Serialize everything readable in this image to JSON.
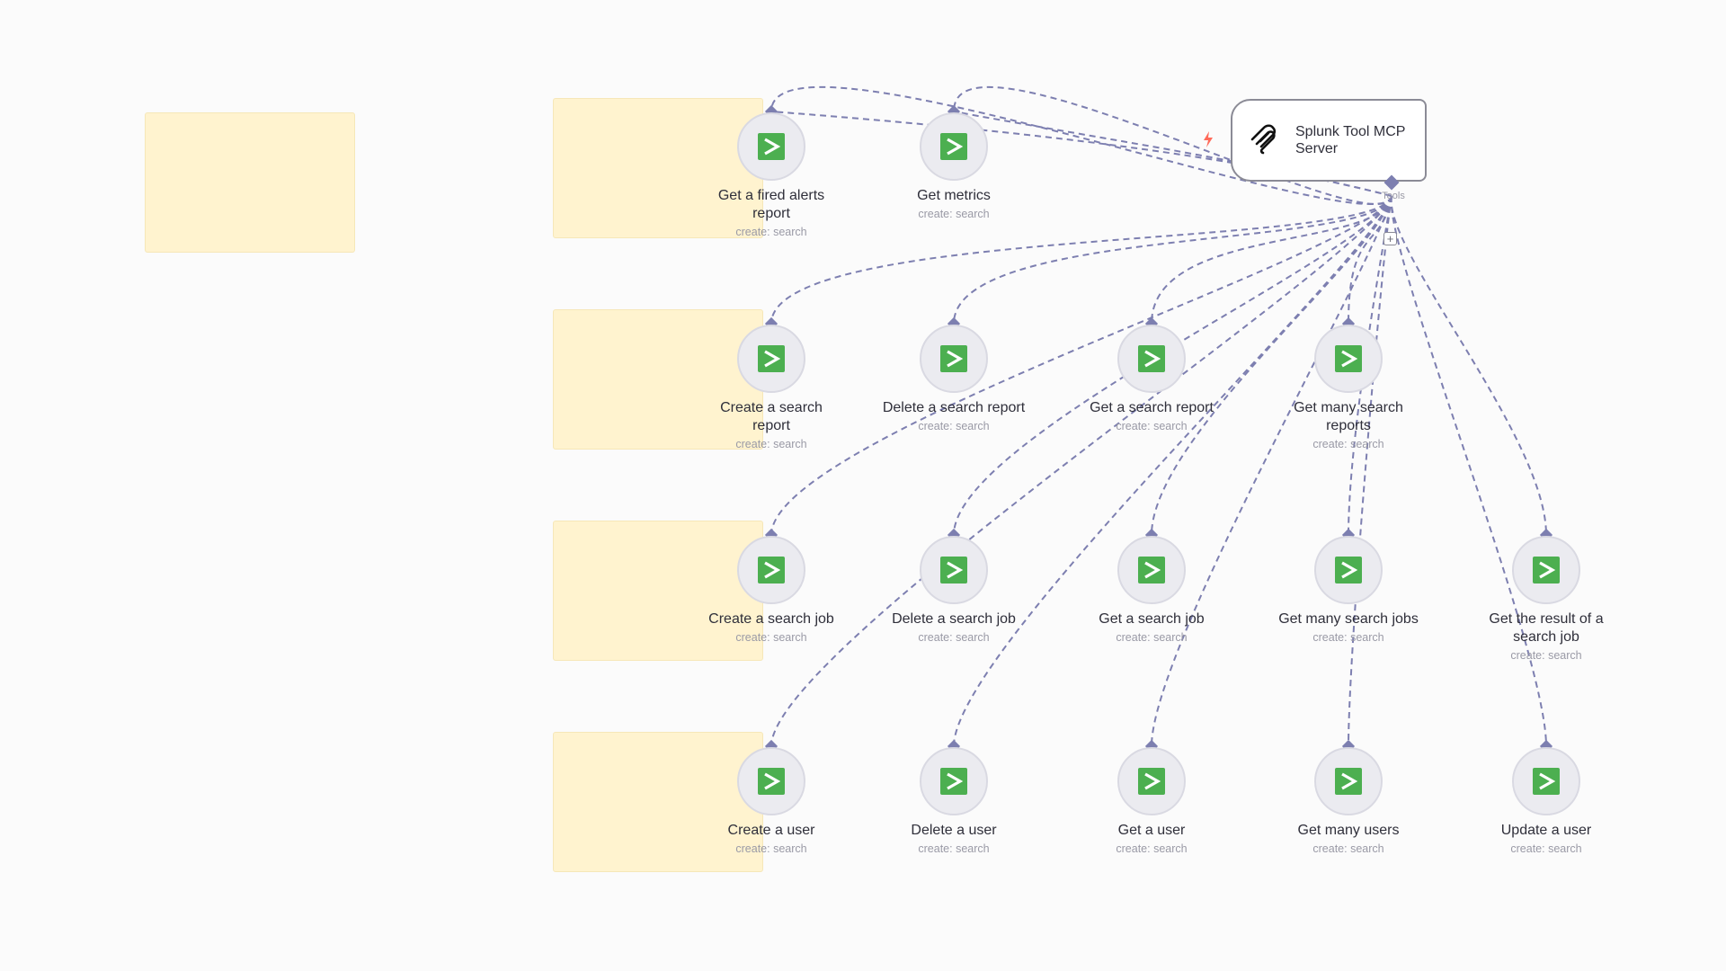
{
  "colors": {
    "canvas_bg": "#fbfbfb",
    "sticky_bg": "#fff3cf",
    "node_bg": "#ebebf0",
    "edge": "#7d7fb0",
    "splunk_green": "#4caf50",
    "bolt": "#ff6b5a"
  },
  "mcp_server": {
    "title": "Splunk Tool MCP Server",
    "icon": "mcp-icon",
    "trigger_icon": "bolt-icon",
    "tools_label": "Tools",
    "add_tool_label": "+"
  },
  "nodes": [
    {
      "id": "fired-alerts",
      "label": "Get a fired alerts report",
      "sub": "create: search"
    },
    {
      "id": "metrics",
      "label": "Get metrics",
      "sub": "create: search"
    },
    {
      "id": "create-search-report",
      "label": "Create a search report",
      "sub": "create: search"
    },
    {
      "id": "delete-search-report",
      "label": "Delete a search report",
      "sub": "create: search"
    },
    {
      "id": "get-search-report",
      "label": "Get a search report",
      "sub": "create: search"
    },
    {
      "id": "get-many-search-reports",
      "label": "Get many search reports",
      "sub": "create: search"
    },
    {
      "id": "create-search-job",
      "label": "Create a search job",
      "sub": "create: search"
    },
    {
      "id": "delete-search-job",
      "label": "Delete a search job",
      "sub": "create: search"
    },
    {
      "id": "get-search-job",
      "label": "Get a search job",
      "sub": "create: search"
    },
    {
      "id": "get-many-search-jobs",
      "label": "Get many search jobs",
      "sub": "create: search"
    },
    {
      "id": "get-search-job-result",
      "label": "Get the result of a search job",
      "sub": "create: search"
    },
    {
      "id": "create-user",
      "label": "Create a user",
      "sub": "create: search"
    },
    {
      "id": "delete-user",
      "label": "Delete a user",
      "sub": "create: search"
    },
    {
      "id": "get-user",
      "label": "Get a user",
      "sub": "create: search"
    },
    {
      "id": "get-many-users",
      "label": "Get many users",
      "sub": "create: search"
    },
    {
      "id": "update-user",
      "label": "Update a user",
      "sub": "create: search"
    }
  ]
}
